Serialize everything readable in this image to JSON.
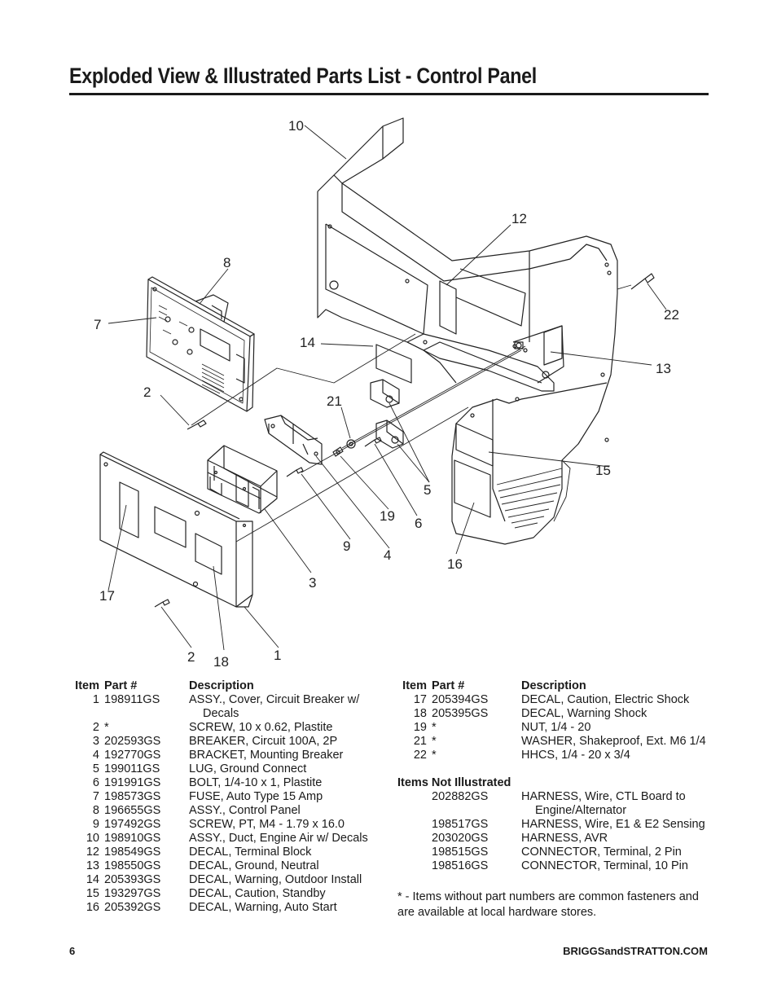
{
  "page": {
    "title": "Exploded View & Illustrated Parts List - Control Panel",
    "page_number": "6",
    "website": "BRIGGSandSTRATTON.COM"
  },
  "diagram": {
    "callouts": [
      "10",
      "12",
      "8",
      "7",
      "22",
      "14",
      "13",
      "2",
      "21",
      "15",
      "5",
      "19",
      "6",
      "9",
      "4",
      "16",
      "3",
      "17",
      "2",
      "18",
      "1"
    ]
  },
  "table_headers": {
    "item": "Item",
    "part": "Part #",
    "description": "Description"
  },
  "parts_left": [
    {
      "item": "1",
      "part": "198911GS",
      "desc": "ASSY., Cover, Circuit Breaker w/",
      "desc2": "Decals"
    },
    {
      "item": "2",
      "part": "*",
      "desc": "SCREW, 10 x 0.62, Plastite"
    },
    {
      "item": "3",
      "part": "202593GS",
      "desc": "BREAKER, Circuit 100A, 2P"
    },
    {
      "item": "4",
      "part": "192770GS",
      "desc": "BRACKET, Mounting Breaker"
    },
    {
      "item": "5",
      "part": "199011GS",
      "desc": "LUG, Ground Connect"
    },
    {
      "item": "6",
      "part": "191991GS",
      "desc": "BOLT, 1/4-10 x 1, Plastite"
    },
    {
      "item": "7",
      "part": "198573GS",
      "desc": "FUSE, Auto Type 15 Amp"
    },
    {
      "item": "8",
      "part": "196655GS",
      "desc": "ASSY., Control Panel"
    },
    {
      "item": "9",
      "part": "197492GS",
      "desc": "SCREW, PT, M4 - 1.79 x 16.0"
    },
    {
      "item": "10",
      "part": "198910GS",
      "desc": "ASSY., Duct, Engine Air w/ Decals"
    },
    {
      "item": "12",
      "part": "198549GS",
      "desc": "DECAL, Terminal Block"
    },
    {
      "item": "13",
      "part": "198550GS",
      "desc": "DECAL, Ground, Neutral"
    },
    {
      "item": "14",
      "part": "205393GS",
      "desc": "DECAL, Warning, Outdoor Install"
    },
    {
      "item": "15",
      "part": "193297GS",
      "desc": "DECAL, Caution, Standby"
    },
    {
      "item": "16",
      "part": "205392GS",
      "desc": "DECAL, Warning, Auto Start"
    }
  ],
  "parts_right": [
    {
      "item": "17",
      "part": "205394GS",
      "desc": "DECAL, Caution, Electric Shock"
    },
    {
      "item": "18",
      "part": "205395GS",
      "desc": "DECAL, Warning Shock"
    },
    {
      "item": "19",
      "part": "*",
      "desc": "NUT, 1/4 - 20"
    },
    {
      "item": "21",
      "part": "*",
      "desc": "WASHER, Shakeproof, Ext. M6 1/4"
    },
    {
      "item": "22",
      "part": "*",
      "desc": "HHCS, 1/4 - 20 x 3/4"
    }
  ],
  "not_illustrated": {
    "heading": "Items Not Illustrated",
    "rows": [
      {
        "part": "202882GS",
        "desc": "HARNESS, Wire, CTL Board to",
        "desc2": "Engine/Alternator"
      },
      {
        "part": "198517GS",
        "desc": "HARNESS, Wire, E1 & E2 Sensing"
      },
      {
        "part": "203020GS",
        "desc": "HARNESS, AVR"
      },
      {
        "part": "198515GS",
        "desc": "CONNECTOR, Terminal, 2 Pin"
      },
      {
        "part": "198516GS",
        "desc": "CONNECTOR, Terminal, 10 Pin"
      }
    ]
  },
  "footnote": "* - Items without part numbers are common fasteners and are available at local hardware stores."
}
